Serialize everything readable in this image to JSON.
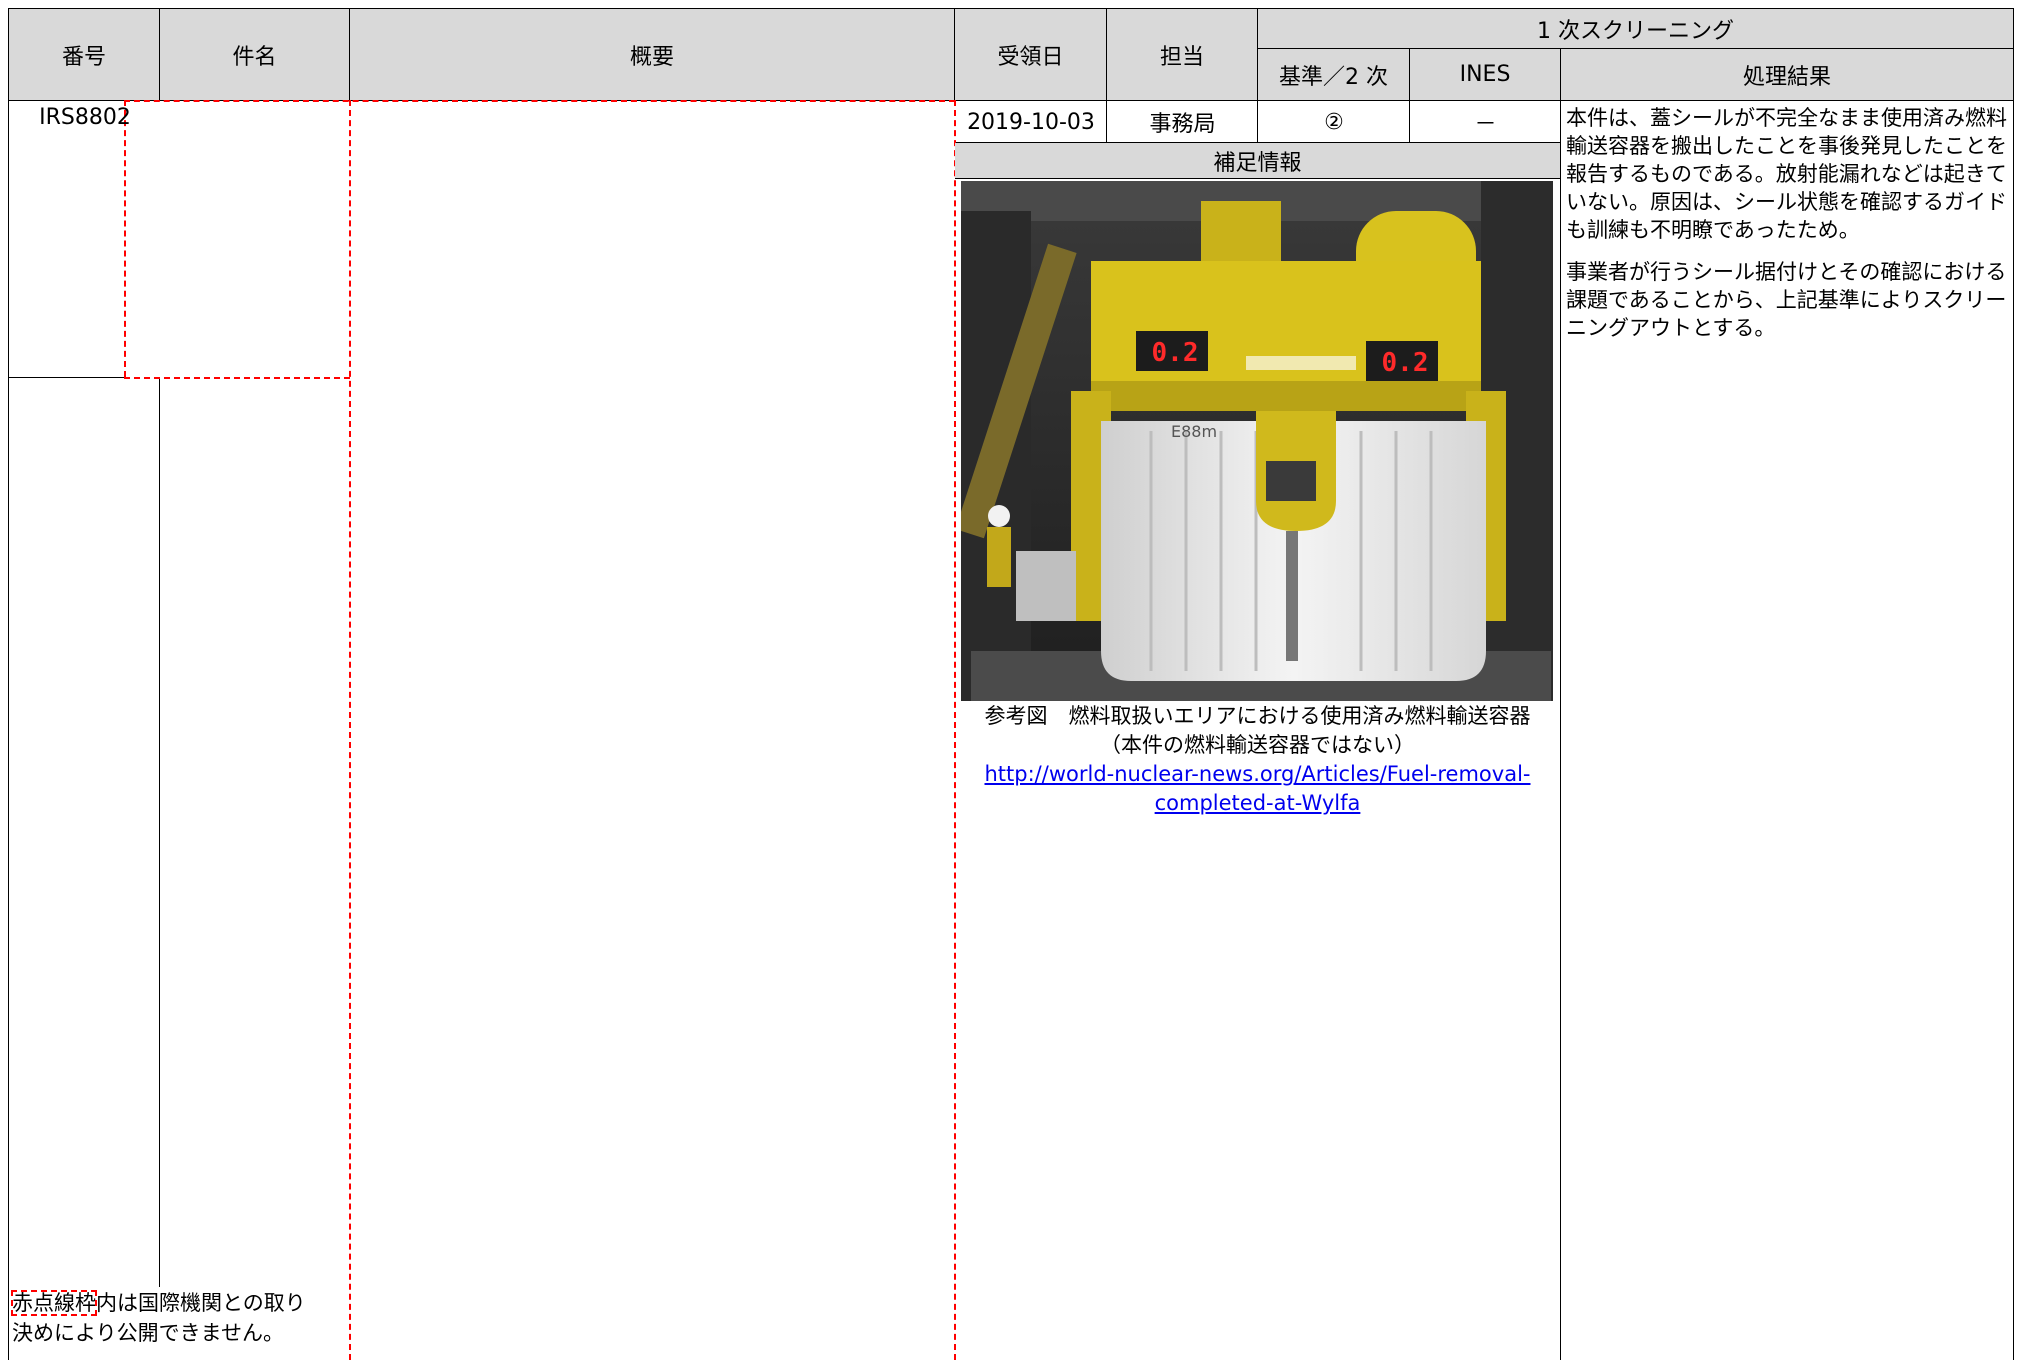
{
  "header": {
    "col_number": "番号",
    "col_title": "件名",
    "col_summary": "概要",
    "col_received": "受領日",
    "col_owner": "担当",
    "col_screening_group": "1 次スクリーニング",
    "col_criteria": "基準／2 次",
    "col_ines": "INES",
    "col_result": "処理結果"
  },
  "record": {
    "number": "IRS8802",
    "received": "2019-10-03",
    "owner": "事務局",
    "criteria": "②",
    "ines": "－",
    "result_paragraphs": [
      "本件は、蓋シールが不完全なまま使用済み燃料輸送容器を搬出したことを事後発見したことを報告するものである。放射能漏れなどは起きていない。原因は、シール状態を確認するガイドも訓練も不明瞭であったため。",
      "事業者が行うシール据付けとその確認における課題であることから、上記基準によりスクリーニングアウトとする。"
    ]
  },
  "supplement": {
    "label": "補足情報",
    "photo_display_left": "0.2",
    "photo_display_right": "0.2",
    "photo_marking": "E88m",
    "caption_line1": "参考図　燃料取扱いエリアにおける使用済み燃料輸送容器",
    "caption_line2": "（本件の燃料輸送容器ではない）",
    "link_line1": "http://world-nuclear-news.org/Articles/Fuel-removal-",
    "link_line2": "completed-at-Wylfa"
  },
  "footnote": {
    "boxed_text": "赤点線枠",
    "rest_line1": "内は国際機関との取り",
    "line2": "決めにより公開できません。"
  },
  "colors": {
    "header_bg": "#d9d9d9",
    "redacted_border": "#ff0000",
    "link": "#0000ee"
  }
}
